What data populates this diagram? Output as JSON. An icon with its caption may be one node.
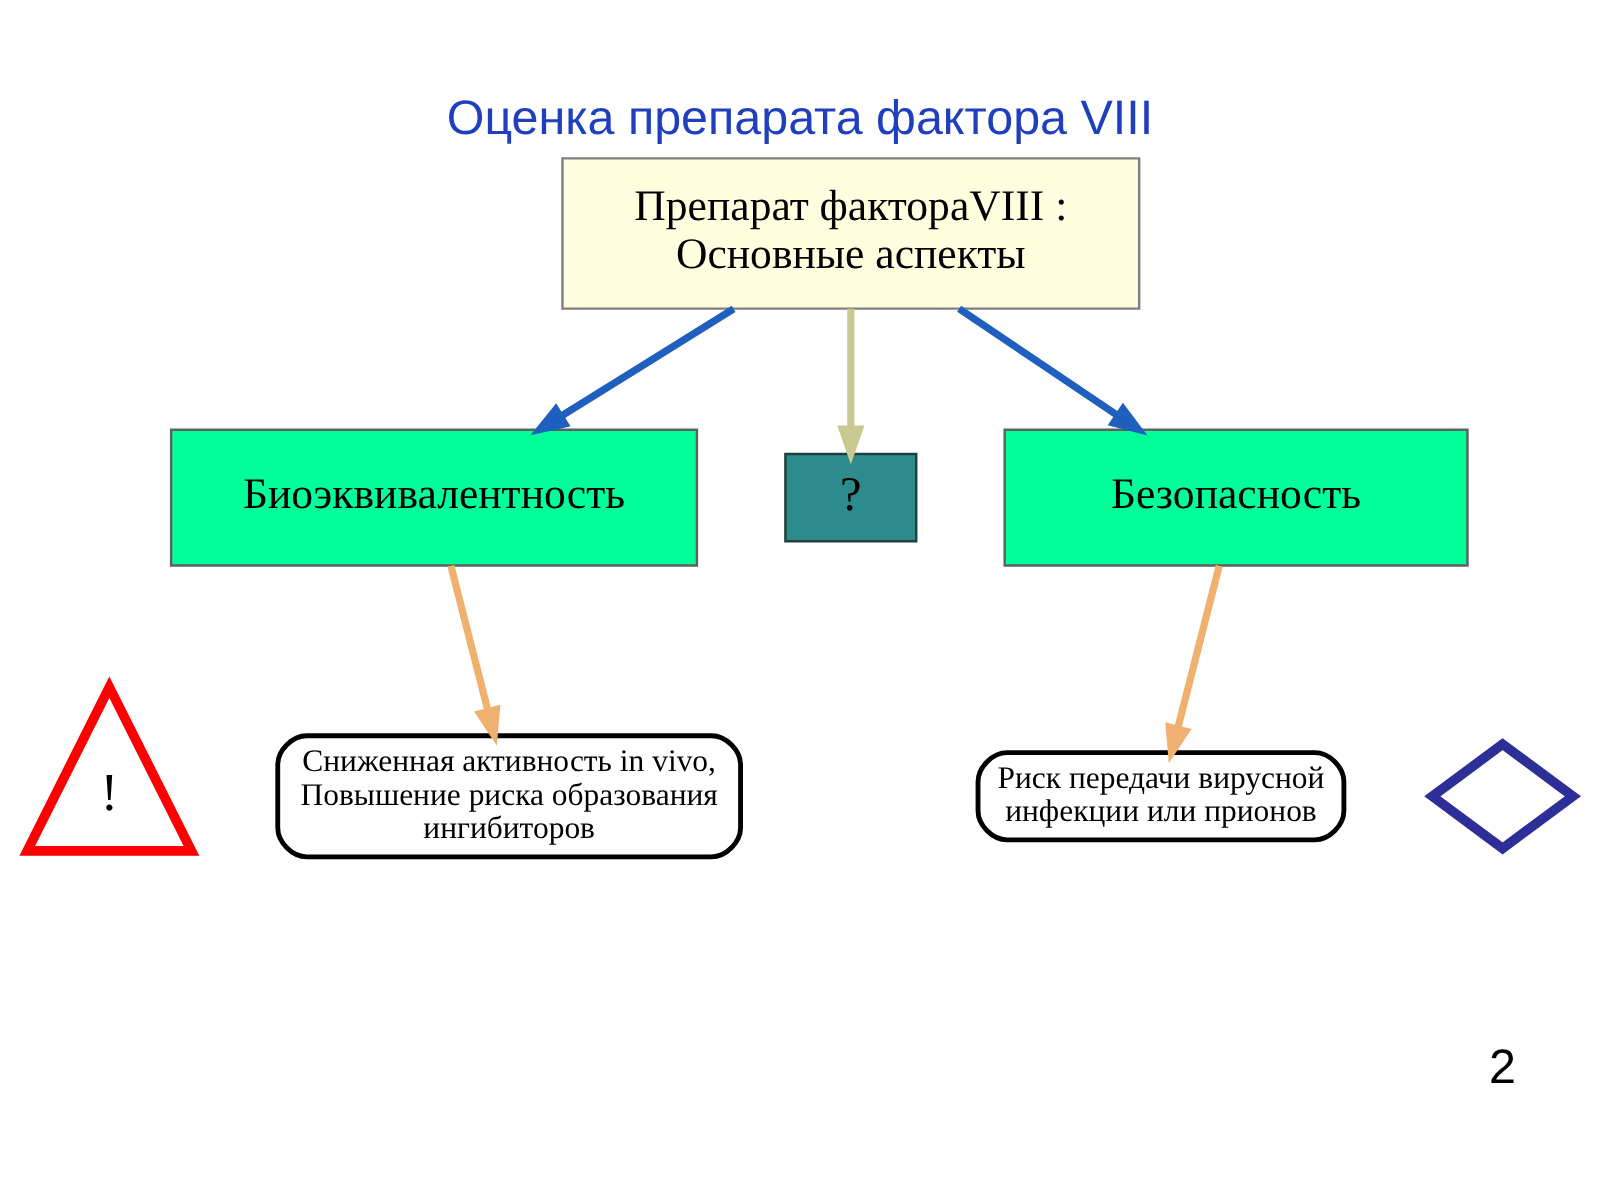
{
  "diagram": {
    "title": "Оценка препарата фактора VIII",
    "nodes": [
      {
        "text": [
          "Препарат фактораVIII : Основные аспекты"
        ]
      },
      {
        "text": [
          "?"
        ]
      },
      {
        "text": [
          "Биоэквивалентность"
        ]
      },
      {
        "text": [
          "Безопасность"
        ]
      },
      {
        "text": [
          "!"
        ]
      },
      {
        "text": [
          "Сниженная активность in vivo, Повышение риска образования ингибиторов"
        ]
      },
      {
        "text": [
          "Риск передачи вирусной инфекции или прионов"
        ]
      },
      {
        "text": [],
        "shape": "diamond"
      }
    ],
    "edges": [
      {
        "from": 0,
        "to": 2,
        "arrow": "to",
        "color": "#1f5fbf"
      },
      {
        "from": 0,
        "to": 1,
        "arrow": "to",
        "color": "#c8c890"
      },
      {
        "from": 0,
        "to": 3,
        "arrow": "to",
        "color": "#1f5fbf"
      },
      {
        "from": 2,
        "to": 5,
        "arrow": "to",
        "color": "#f0b070"
      },
      {
        "from": 3,
        "to": 6,
        "arrow": "to",
        "color": "#f0b070"
      }
    ],
    "labels": [
      "2"
    ]
  }
}
